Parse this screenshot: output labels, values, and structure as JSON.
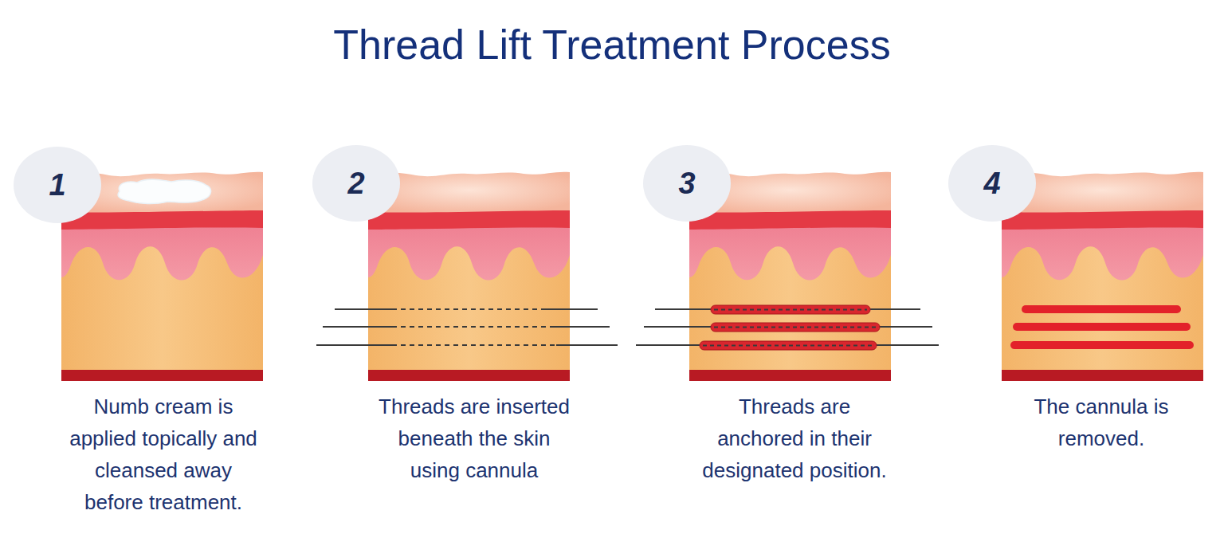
{
  "diagram": {
    "title": "Thread Lift Treatment Process",
    "nodes": [
      {
        "text": [
          "1"
        ]
      },
      {
        "text": [
          "2"
        ]
      },
      {
        "text": [
          "3"
        ]
      },
      {
        "text": [
          "4"
        ]
      }
    ],
    "labels": [
      "Numb cream is applied topically and cleansed away before treatment.",
      "Threads are inserted beneath the skin using cannula",
      "Threads are anchored in their designated position.",
      "The cannula is removed."
    ]
  }
}
